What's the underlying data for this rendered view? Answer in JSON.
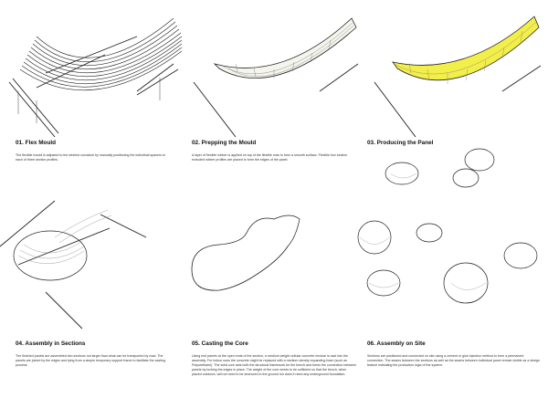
{
  "steps": [
    {
      "title": "01. Flex Mould",
      "description": "The flexible mould is adjusted to the desired curvature by manually positioning the individual spacers to each of three section profiles."
    },
    {
      "title": "02. Prepping the Mould",
      "description": "A layer of flexible rubber is applied on top of the flexible rods to form a smooth surface. Flexible box section extruded rubber profiles are placed to form the edges of the panel."
    },
    {
      "title": "03. Producing the Panel",
      "description": ""
    },
    {
      "title": "04. Assembly in Sections",
      "description": "The finished panels are assembled into sections not larger than what can be transported by road. The panels are joined by the edges and tying from a simple temporary support frame to facilitate the casting process."
    },
    {
      "title": "05. Casting the Core",
      "description": "Using end panels at the open ends of the section, a medium weight cellular concrete mixture is cast into the assembly. For indoor uses the concrete might be replaced with a medium density expanding foam (such as Polyurethane). The solid core acts both the structural framework for the bench and forms the connection between panels by locking the edges in place. The weight of the core needs to be sufficient so that the bench, when placed outdoors, will not need to be anchored to the ground nor does it need any underground foundation."
    },
    {
      "title": "06. Assembly on Site",
      "description": "Sections are positioned and connected on site using a cement or glue injection method to form a permanent connection. The seams between the sections as well as the seams between individual panel remain visible as a design feature indicating the production logic of the system."
    }
  ],
  "colors": {
    "panel_fill": "#f2ee4a",
    "line": "#222222",
    "mesh": "#666666"
  }
}
